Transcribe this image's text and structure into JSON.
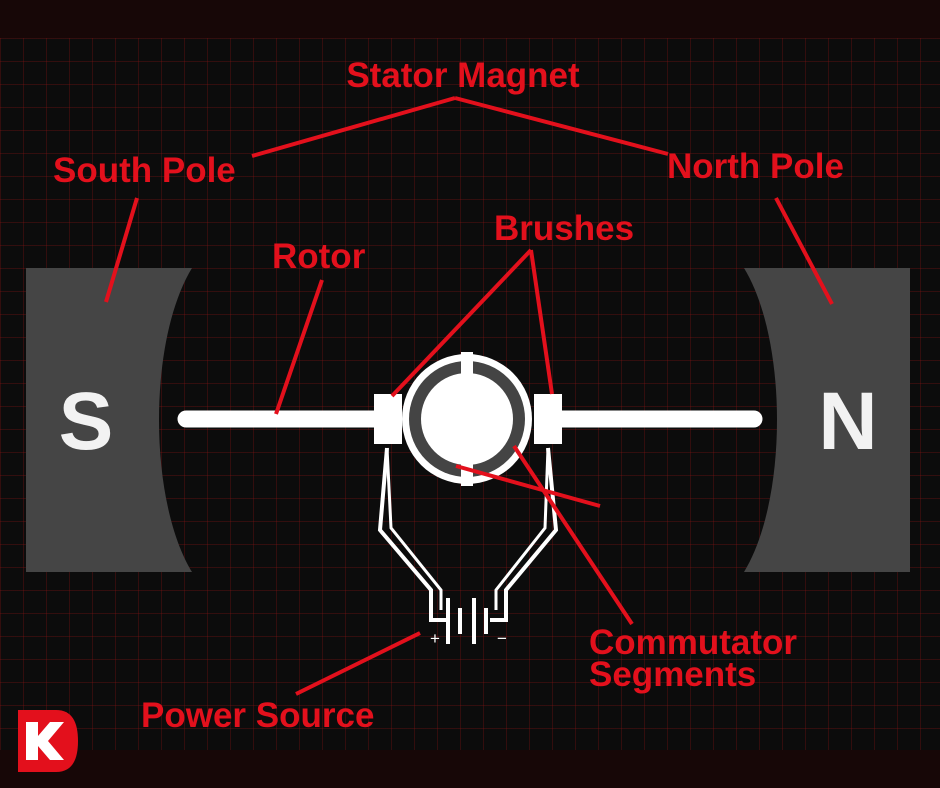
{
  "labels": {
    "stator_magnet": "Stator Magnet",
    "south_pole": "South Pole",
    "north_pole": "North Pole",
    "rotor": "Rotor",
    "brushes": "Brushes",
    "commutator_line1": "Commutator",
    "commutator_line2": "Segments",
    "power_source": "Power Source"
  },
  "magnets": {
    "left_letter": "S",
    "right_letter": "N"
  },
  "battery": {
    "plus": "+",
    "minus": "−"
  },
  "colors": {
    "accent": "#e3101c",
    "magnet": "#454545",
    "wire": "#ffffff",
    "background": "#0c0c0c"
  },
  "logo": {
    "icon": "k-brand-logo"
  }
}
